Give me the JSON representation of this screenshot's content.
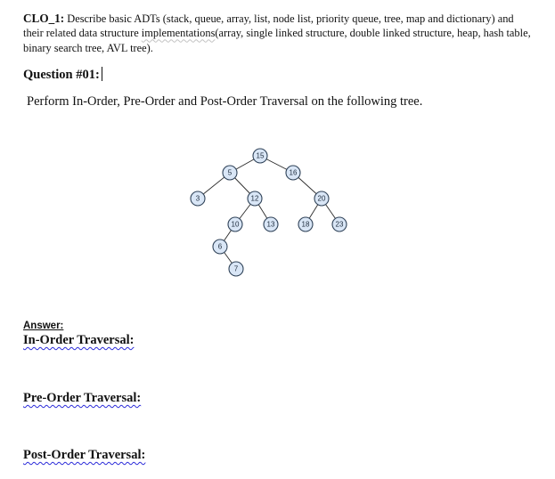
{
  "clo": {
    "label": "CLO_1:",
    "text_before": " Describe basic ADTs (stack, queue, array, list, node list, priority queue, tree, map and dictionary) and their related data structure ",
    "flagged_word": "implementations",
    "text_after": "(array, single linked structure, double linked structure, heap, hash table, binary search tree, AVL tree)."
  },
  "question": {
    "label": "Question #01:",
    "prompt": "Perform In-Order, Pre-Order and Post-Order Traversal on the following tree."
  },
  "tree": {
    "nodes": [
      "15",
      "5",
      "16",
      "3",
      "12",
      "20",
      "10",
      "13",
      "18",
      "23",
      "6",
      "7"
    ],
    "edges": [
      [
        "15",
        "5"
      ],
      [
        "15",
        "16"
      ],
      [
        "5",
        "3"
      ],
      [
        "5",
        "12"
      ],
      [
        "16",
        "20"
      ],
      [
        "12",
        "10"
      ],
      [
        "12",
        "13"
      ],
      [
        "20",
        "18"
      ],
      [
        "20",
        "23"
      ],
      [
        "10",
        "6"
      ],
      [
        "6",
        "7"
      ]
    ]
  },
  "answer": {
    "label": "Answer:",
    "in_order": "In-Order Traversal:",
    "pre_order": "Pre-Order Traversal:",
    "post_order": "Post-Order Traversal:"
  }
}
